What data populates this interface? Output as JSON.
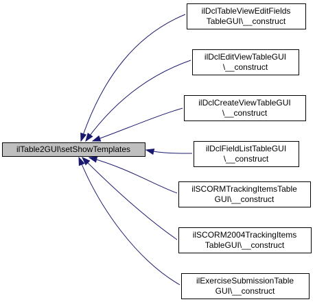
{
  "diagram": {
    "type": "call-graph",
    "colors": {
      "edge": "#191970",
      "focus_fill": "#bfbfbf",
      "node_fill": "#ffffff",
      "border": "#000000"
    },
    "focus": {
      "lines": [
        "ilTable2GUI\\setShowTemplates"
      ]
    },
    "callers": [
      {
        "lines": [
          "ilDclTableViewEditFields",
          "TableGUI\\__construct"
        ]
      },
      {
        "lines": [
          "ilDclEditViewTableGUI",
          "\\__construct"
        ]
      },
      {
        "lines": [
          "ilDclCreateViewTableGUI",
          "\\__construct"
        ]
      },
      {
        "lines": [
          "ilDclFieldListTableGUI",
          "\\__construct"
        ]
      },
      {
        "lines": [
          "ilSCORMTrackingItemsTable",
          "GUI\\__construct"
        ]
      },
      {
        "lines": [
          "ilSCORM2004TrackingItems",
          "TableGUI\\__construct"
        ]
      },
      {
        "lines": [
          "ilExerciseSubmissionTable",
          "GUI\\__construct"
        ]
      }
    ]
  }
}
